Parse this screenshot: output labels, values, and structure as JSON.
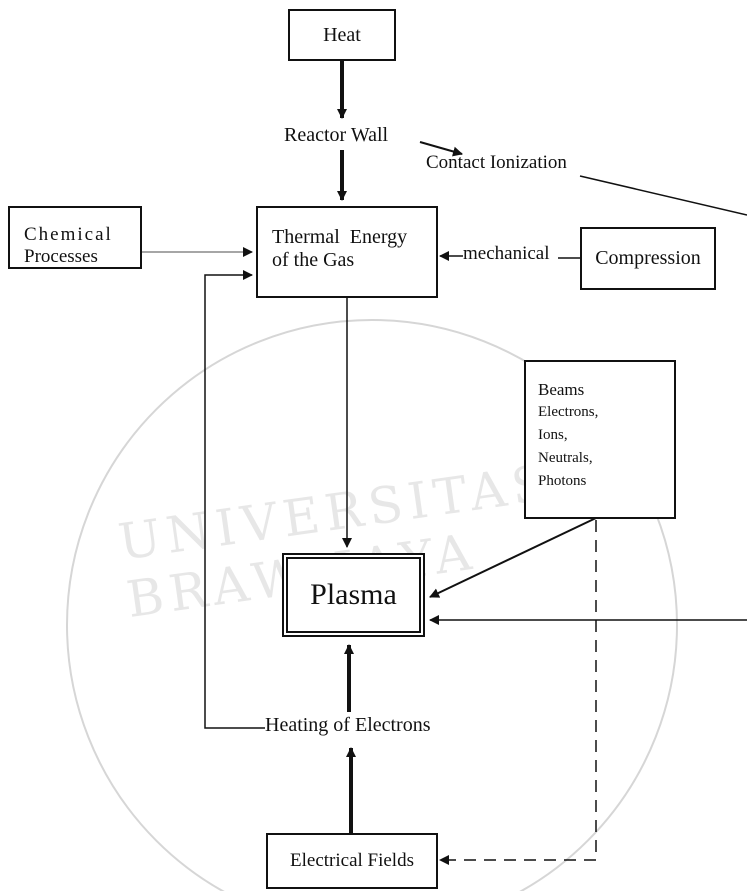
{
  "watermark": {
    "text": "UNIVERSITAS BRAWIJAYA"
  },
  "nodes": {
    "heat": "Heat",
    "chemical_line1": "Chemical",
    "chemical_line2": "Processes",
    "thermal_line1": "Thermal  Energy",
    "thermal_line2": "of the Gas",
    "compression": "Compression",
    "beams_title": "Beams",
    "beams_items": [
      "Electrons,",
      "Ions,",
      "Neutrals,",
      "Photons"
    ],
    "plasma": "Plasma",
    "electrical_fields": "Electrical Fields"
  },
  "labels": {
    "reactor_wall": "Reactor Wall",
    "contact_ionization": "Contact Ionization",
    "mechanical": "mechanical",
    "heating_of_electrons": "Heating of Electrons"
  }
}
